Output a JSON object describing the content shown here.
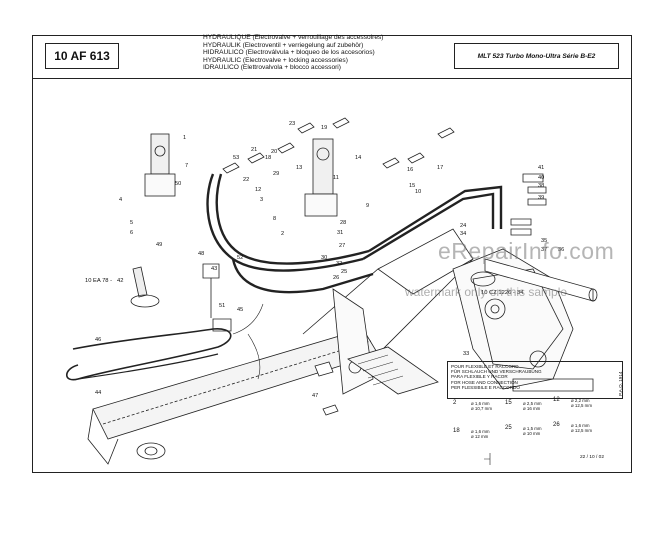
{
  "header": {
    "ref": "10 AF 613",
    "titles": [
      "HYDRAULIQUE (Electrovalve + verrouillage des accessoires)",
      "HYDRAULIK (Electroventil + verriegelung auf zubehör)",
      "HIDRAULICO (Electroválvula + bloqueo de los accesorios)",
      "HYDRAULIC (Electrovalve + locking accessories)",
      "IDRAULICO (Elettrovalvola + blocco accessori)"
    ],
    "model": "MLT 523 Turbo Mono-Ultra Série B-E2"
  },
  "external_refs": {
    "left": "10 EA 78 -",
    "left_num": "42",
    "right": "10 CZ 1226 -",
    "right_num": "34"
  },
  "callouts": [
    "1",
    "2",
    "3",
    "4",
    "5",
    "6",
    "7",
    "8",
    "9",
    "10",
    "11",
    "12",
    "13",
    "14",
    "15",
    "16",
    "17",
    "18",
    "19",
    "20",
    "21",
    "22",
    "23",
    "24",
    "25",
    "26",
    "27",
    "28",
    "29",
    "30",
    "31",
    "32",
    "33",
    "34",
    "35",
    "36",
    "37",
    "38",
    "39",
    "40",
    "41",
    "43",
    "44",
    "45",
    "46",
    "47",
    "48",
    "49",
    "50",
    "51",
    "52",
    "53"
  ],
  "legend": {
    "lines": [
      "POUR FLEXIBLE ET RACCORD",
      "FÜR SCHLAUCH UND VERSCHRAUBUNG",
      "PARA FLEXIBLE Y RACOR",
      "FOR HOSE AND CONNECTION",
      "PER FLESSIBILE E RACCORDO"
    ]
  },
  "hoses": [
    {
      "num": "2",
      "a": "ø 1,6 mm",
      "b": "ø 10,7 mm"
    },
    {
      "num": "15",
      "a": "ø 2,5 mm",
      "b": "ø 16 mm"
    },
    {
      "num": "12",
      "a": "ø 2,2 mm",
      "b": "ø 12,5 mm"
    },
    {
      "num": "18",
      "a": "ø 1,6 mm",
      "b": "ø 12 mm"
    },
    {
      "num": "25",
      "a": "ø 1,5 mm",
      "b": "ø 10 mm"
    },
    {
      "num": "26",
      "a": "ø 1,6 mm",
      "b": "ø 12,5 mm"
    }
  ],
  "footer": {
    "date": "22 / 10 / 02",
    "side_code": "P.A.O. 1914"
  },
  "watermark": {
    "site": "eRepairInfo.com",
    "note": "watermark only on this sample"
  }
}
